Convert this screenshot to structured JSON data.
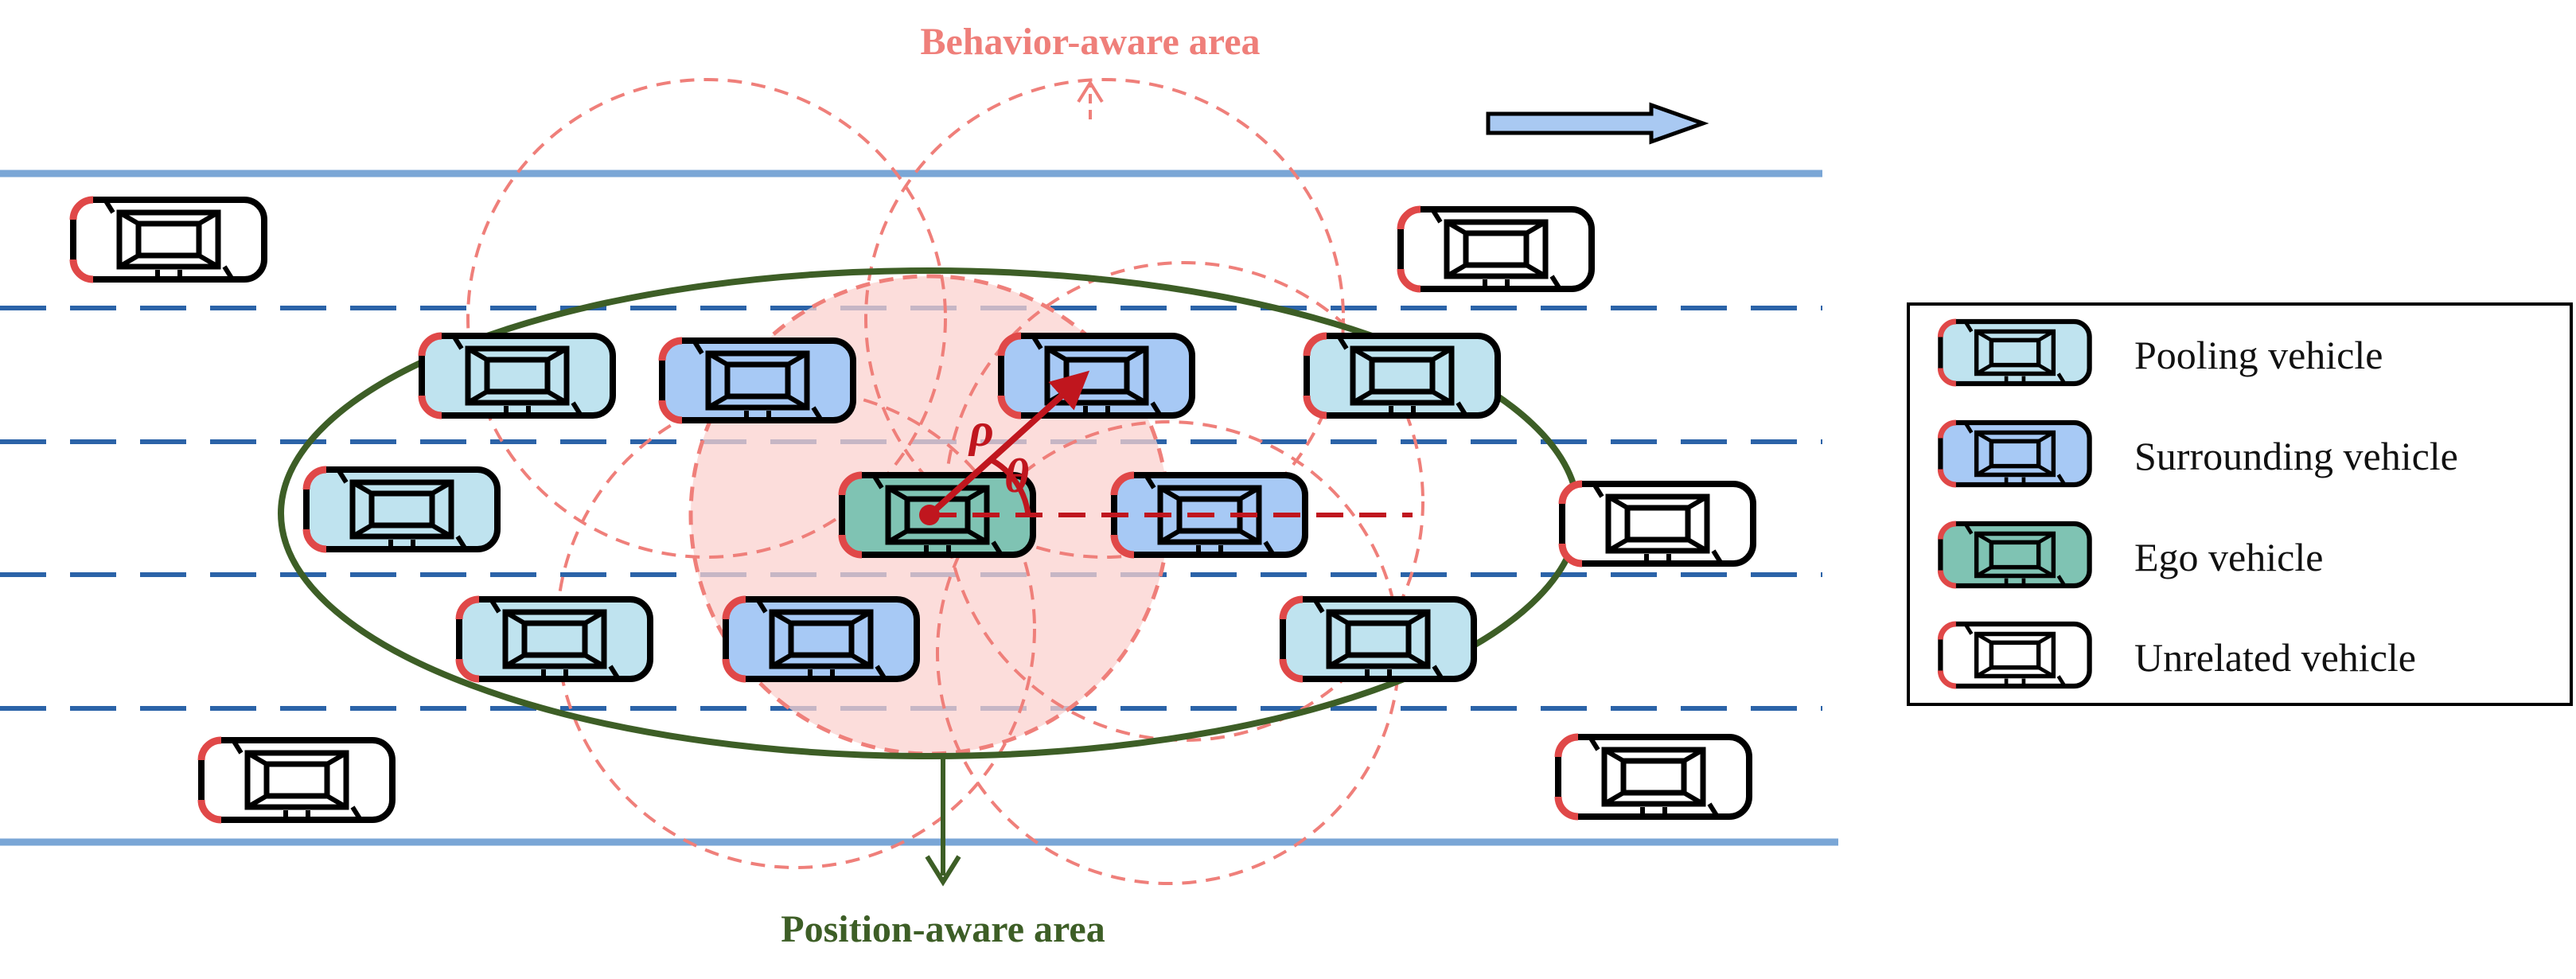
{
  "labels": {
    "behavior_area": "Behavior-aware area",
    "position_area": "Position-aware area",
    "rho": "ρ",
    "theta": "θ"
  },
  "legend": {
    "items": [
      {
        "label": "Pooling vehicle",
        "type": "pooling"
      },
      {
        "label": "Surrounding vehicle",
        "type": "surrounding"
      },
      {
        "label": "Ego vehicle",
        "type": "ego"
      },
      {
        "label": "Unrelated vehicle",
        "type": "unrelated"
      }
    ]
  },
  "colors": {
    "pooling": "#bfe3ef",
    "surrounding": "#a7c9f5",
    "ego": "#7fc3b3",
    "unrelated": "#ffffff",
    "lane_solid": "#7aa6d6",
    "lane_dashed": "#2b63a8",
    "behavior": "#ef7f7a",
    "behavior_fill": "#fbd2cf",
    "position": "#3d5e26",
    "polar": "#c0161e",
    "arrow_fill": "#a9c9f2"
  },
  "vehicles": [
    {
      "type": "unrelated",
      "lane": 1,
      "column": 1
    },
    {
      "type": "unrelated",
      "lane": 1,
      "column": 8
    },
    {
      "type": "pooling",
      "lane": 2,
      "column": 2
    },
    {
      "type": "surrounding",
      "lane": 2,
      "column": 3
    },
    {
      "type": "surrounding",
      "lane": 2,
      "column": 5
    },
    {
      "type": "pooling",
      "lane": 2,
      "column": 7
    },
    {
      "type": "pooling",
      "lane": 3,
      "column": 1
    },
    {
      "type": "ego",
      "lane": 3,
      "column": 4
    },
    {
      "type": "surrounding",
      "lane": 3,
      "column": 6
    },
    {
      "type": "unrelated",
      "lane": 3,
      "column": 9
    },
    {
      "type": "pooling",
      "lane": 4,
      "column": 2
    },
    {
      "type": "surrounding",
      "lane": 4,
      "column": 4
    },
    {
      "type": "pooling",
      "lane": 4,
      "column": 7
    },
    {
      "type": "unrelated",
      "lane": 5,
      "column": 1
    },
    {
      "type": "unrelated",
      "lane": 5,
      "column": 8
    }
  ]
}
